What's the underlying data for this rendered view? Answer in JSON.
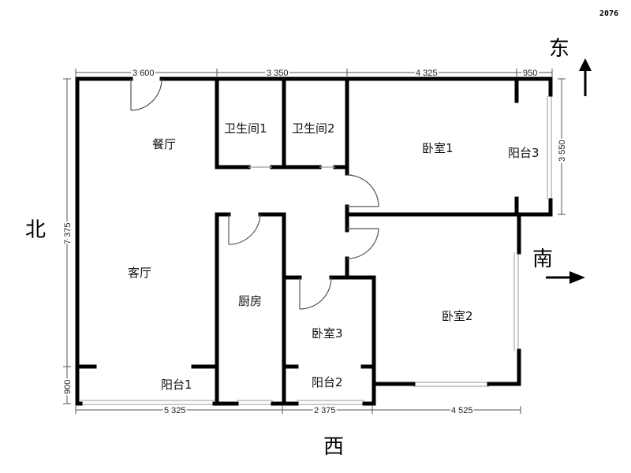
{
  "corner_code": "2076",
  "compass": {
    "north": "北",
    "east": "东",
    "south": "南",
    "west": "西"
  },
  "dimensions": {
    "top": [
      "3 600",
      "3 350",
      "4 325",
      "950"
    ],
    "bottom": [
      "5 325",
      "2 375",
      "4 525"
    ],
    "left": [
      "7 375",
      "900"
    ],
    "right": [
      "3 550"
    ]
  },
  "rooms": {
    "dining": "餐厅",
    "bath1": "卫生间1",
    "bath2": "卫生间2",
    "bedroom1": "卧室1",
    "balcony3": "阳台3",
    "living": "客厅",
    "kitchen": "厨房",
    "bedroom3": "卧室3",
    "bedroom2": "卧室2",
    "balcony1": "阳台1",
    "balcony2": "阳台2"
  },
  "colors": {
    "wall": "#000000",
    "dimension_line": "#555555",
    "window": "#9a9a9a",
    "arrow": "#000000"
  }
}
